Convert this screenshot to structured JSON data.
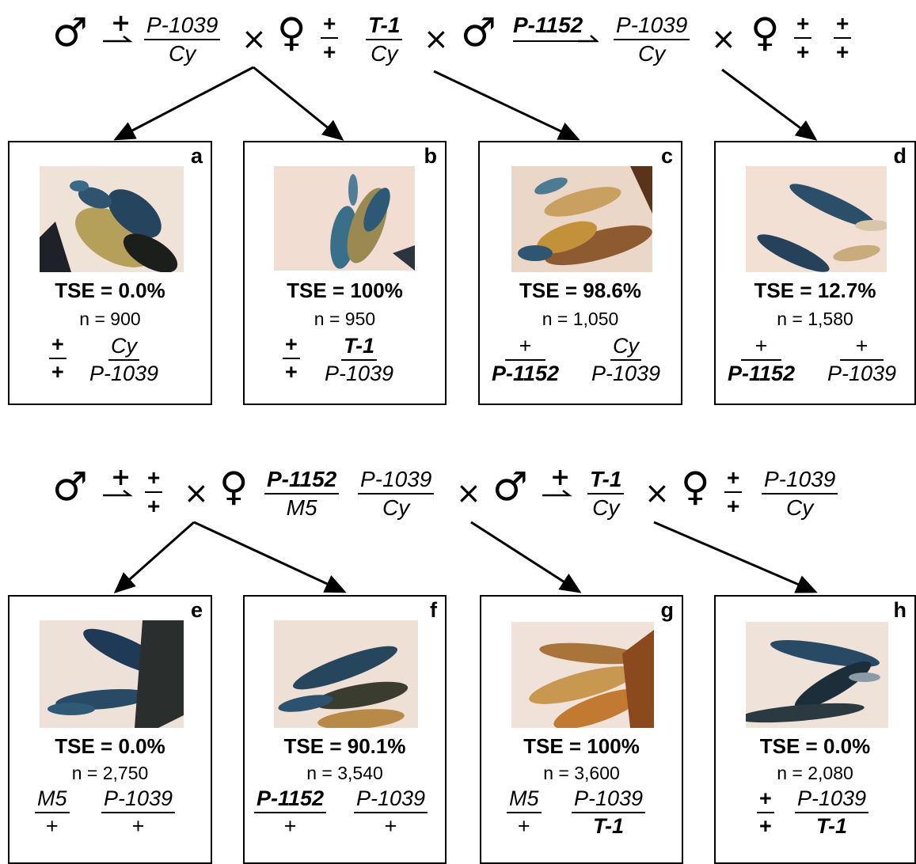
{
  "symbols": {
    "male": "♂",
    "female": "♀",
    "cross": "×",
    "plus": "+"
  },
  "cross1": {
    "g1": {
      "num": "P-1039",
      "den": "Cy"
    },
    "g2": {
      "num": "T-1",
      "den": "Cy"
    },
    "g3_label": "P-1152",
    "g3": {
      "num": "P-1039",
      "den": "Cy"
    }
  },
  "cross2": {
    "g1": {
      "num": "P-1152",
      "den": "M5"
    },
    "g2": {
      "num": "P-1039",
      "den": "Cy"
    },
    "g3": {
      "num": "T-1",
      "den": "Cy"
    },
    "g4": {
      "num": "P-1039",
      "den": "Cy"
    }
  },
  "panels": [
    {
      "letter": "a",
      "tse": "TSE = 0.0%",
      "n": "n = 900",
      "g1": {
        "num": "+",
        "den": "+"
      },
      "g2": {
        "num": "Cy",
        "den": "P-1039"
      }
    },
    {
      "letter": "b",
      "tse": "TSE = 100%",
      "n": "n = 950",
      "g1": {
        "num": "+",
        "den": "+"
      },
      "g2": {
        "num": "T-1",
        "den": "P-1039"
      }
    },
    {
      "letter": "c",
      "tse": "TSE = 98.6%",
      "n": "n = 1,050",
      "g1": {
        "num": "+",
        "den": "P-1152"
      },
      "g2": {
        "num": "Cy",
        "den": "P-1039"
      }
    },
    {
      "letter": "d",
      "tse": "TSE = 12.7%",
      "n": "n = 1,580",
      "g1": {
        "num": "+",
        "den": "P-1152"
      },
      "g2": {
        "num": "+",
        "den": "P-1039"
      }
    },
    {
      "letter": "e",
      "tse": "TSE = 0.0%",
      "n": "n = 2,750",
      "g1": {
        "num": "M5",
        "den": "+"
      },
      "g2": {
        "num": "P-1039",
        "den": "+"
      }
    },
    {
      "letter": "f",
      "tse": "TSE = 90.1%",
      "n": "n = 3,540",
      "g1": {
        "num": "P-1152",
        "den": "+"
      },
      "g2": {
        "num": "P-1039",
        "den": "+"
      }
    },
    {
      "letter": "g",
      "tse": "TSE = 100%",
      "n": "n = 3,600",
      "g1": {
        "num": "M5",
        "den": "+"
      },
      "g2": {
        "num": "P-1039",
        "den": "T-1"
      }
    },
    {
      "letter": "h",
      "tse": "TSE = 0.0%",
      "n": "n = 2,080",
      "g1": {
        "num": "+",
        "den": "+"
      },
      "g2": {
        "num": "P-1039",
        "den": "T-1"
      }
    }
  ]
}
